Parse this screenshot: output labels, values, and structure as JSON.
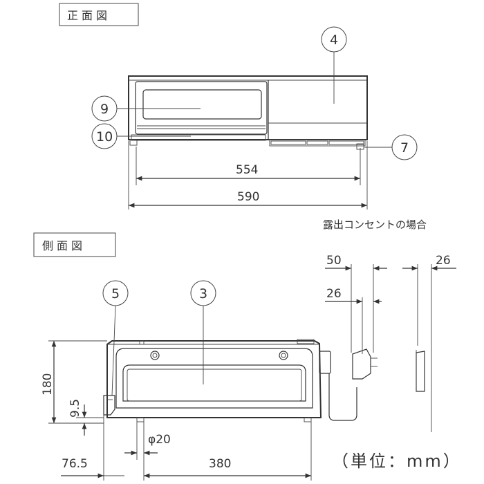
{
  "views": {
    "front_title": "正面図",
    "side_title": "側面図"
  },
  "front": {
    "dim_inner": "554",
    "dim_outer": "590",
    "balloons": {
      "b4": "4",
      "b9": "9",
      "b10": "10",
      "b7": "7"
    }
  },
  "side": {
    "balloons": {
      "b5": "5",
      "b3": "3"
    },
    "dim_height": "180",
    "dim_foot": "9.5",
    "dim_front": "76.5",
    "dim_depth": "380",
    "dim_phi": "φ20"
  },
  "outlet": {
    "caption": "露出コンセントの場合",
    "dim_50": "50",
    "dim_26a": "26",
    "dim_26b": "26"
  },
  "unit_label": "（単位：mm）"
}
